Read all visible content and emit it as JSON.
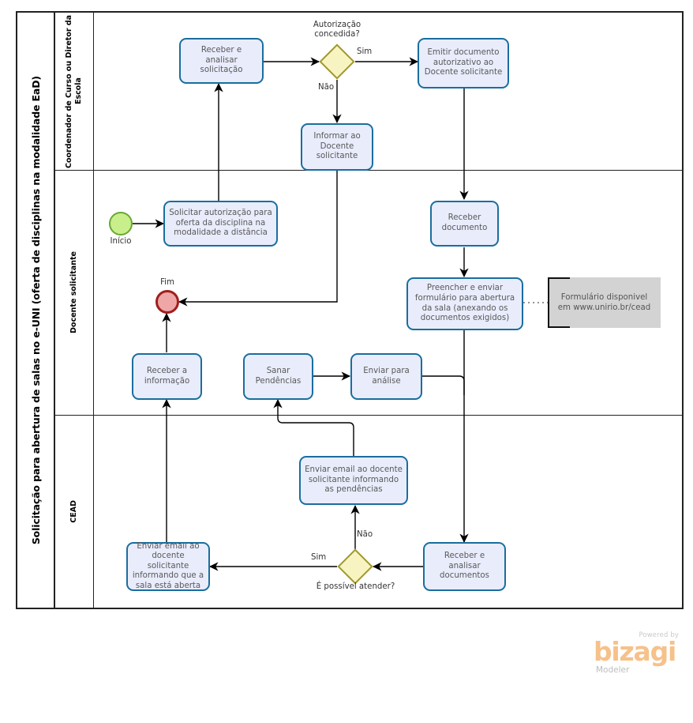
{
  "pool": {
    "title": "Solicitação para abertura de salas no e-UNI (oferta de disciplinas na modalidade EaD)",
    "lanes": [
      {
        "id": "coordenador",
        "label": "Coordenador de Curso ou Diretor da Escola"
      },
      {
        "id": "docente",
        "label": "Docente  solicitante"
      },
      {
        "id": "cead",
        "label": "CEAD"
      }
    ]
  },
  "events": [
    {
      "id": "start",
      "type": "start",
      "label": "Início"
    },
    {
      "id": "end",
      "type": "end",
      "label": "Fim"
    }
  ],
  "tasks": [
    {
      "id": "receber-analisar-solicitacao",
      "lane": "coordenador",
      "label": "Receber  e analisar solicitação"
    },
    {
      "id": "emitir-documento-autorizativo",
      "lane": "coordenador",
      "label": "Emitir documento autorizativo ao Docente solicitante"
    },
    {
      "id": "informar-ao-docente",
      "lane": "coordenador",
      "label": "Informar ao Docente solicitante"
    },
    {
      "id": "solicitar-autorizacao",
      "lane": "docente",
      "label": "Solicitar autorização para oferta da disciplina na modalidade a distância"
    },
    {
      "id": "receber-documento",
      "lane": "docente",
      "label": "Receber documento"
    },
    {
      "id": "preencher-enviar-formulario",
      "lane": "docente",
      "label": "Preencher e enviar formulário para abertura da sala (anexando os documentos exigidos)"
    },
    {
      "id": "receber-a-informacao",
      "lane": "docente",
      "label": "Receber a informação"
    },
    {
      "id": "sanar-pendencias",
      "lane": "docente",
      "label": "Sanar Pendências"
    },
    {
      "id": "enviar-para-analise",
      "lane": "docente",
      "label": "Enviar para análise"
    },
    {
      "id": "enviar-email-pendencias",
      "lane": "cead",
      "label": "Enviar email ao docente solicitante informando as pendências"
    },
    {
      "id": "enviar-email-sala-aberta",
      "lane": "cead",
      "label": "Enviar email ao docente solicitante informando que a sala está aberta"
    },
    {
      "id": "receber-analisar-documentos",
      "lane": "cead",
      "label": "Receber e analisar documentos"
    }
  ],
  "gateways": [
    {
      "id": "autorizacao-concedida",
      "lane": "coordenador",
      "label": "Autorização\nconcedida?"
    },
    {
      "id": "e-possivel-atender",
      "lane": "cead",
      "label": "É possível atender?"
    }
  ],
  "flow_labels": [
    {
      "id": "gw1-sim",
      "text": "Sim"
    },
    {
      "id": "gw1-nao",
      "text": "Não"
    },
    {
      "id": "gw2-sim",
      "text": "Sim"
    },
    {
      "id": "gw2-nao",
      "text": "Não"
    }
  ],
  "annotations": [
    {
      "id": "formulario-disponivel",
      "text": "Formulário disponivel em www.unirio.br/cead"
    }
  ],
  "branding": {
    "powered_by": "Powered by",
    "product": "bizagi",
    "edition": "Modeler"
  },
  "colors": {
    "task_fill": "#e9ecfb",
    "task_stroke": "#1a6e9e",
    "gateway_fill": "#f8f4c2",
    "gateway_stroke": "#a09a31",
    "start_fill": "#c9ef8c",
    "start_stroke": "#6aa832",
    "end_fill": "#efa6a6",
    "end_stroke": "#9e1f1f",
    "annotation_fill": "#d3d3d3",
    "brand_orange": "#f6c18a"
  }
}
